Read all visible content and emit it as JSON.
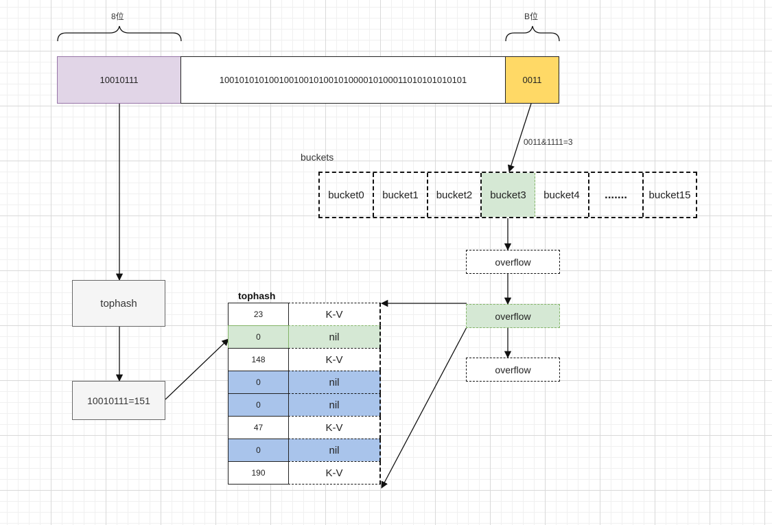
{
  "brace_left": "8位",
  "brace_right": "B位",
  "hash": {
    "top_bits": "10010111",
    "middle_bits": "10010101010010010010100101000010100011010101010101",
    "low_bits": "0011"
  },
  "mask_label": "0011&1111=3",
  "buckets": {
    "label": "buckets",
    "items": [
      "bucket0",
      "bucket1",
      "bucket2",
      "bucket3",
      "bucket4",
      ".......",
      "bucket15"
    ]
  },
  "overflow_labels": [
    "overflow",
    "overflow",
    "overflow"
  ],
  "tophash_box": "tophash",
  "tophash_value_box": "10010111=151",
  "table": {
    "title": "tophash",
    "rows": [
      {
        "tophash": "23",
        "kv": "K-V",
        "style": "white"
      },
      {
        "tophash": "0",
        "kv": "nil",
        "style": "green"
      },
      {
        "tophash": "148",
        "kv": "K-V",
        "style": "white"
      },
      {
        "tophash": "0",
        "kv": "nil",
        "style": "blue"
      },
      {
        "tophash": "0",
        "kv": "nil",
        "style": "blue"
      },
      {
        "tophash": "47",
        "kv": "K-V",
        "style": "white"
      },
      {
        "tophash": "0",
        "kv": "nil",
        "style": "blue"
      },
      {
        "tophash": "190",
        "kv": "K-V",
        "style": "white"
      }
    ]
  },
  "colors": {
    "top_bits_fill": "#e1d5e7",
    "top_bits_border": "#9673a6",
    "low_bits_fill": "#ffd966",
    "highlight_green": "#d5e8d4",
    "nil_blue": "#a9c4eb",
    "grey_box": "#f5f5f5"
  }
}
